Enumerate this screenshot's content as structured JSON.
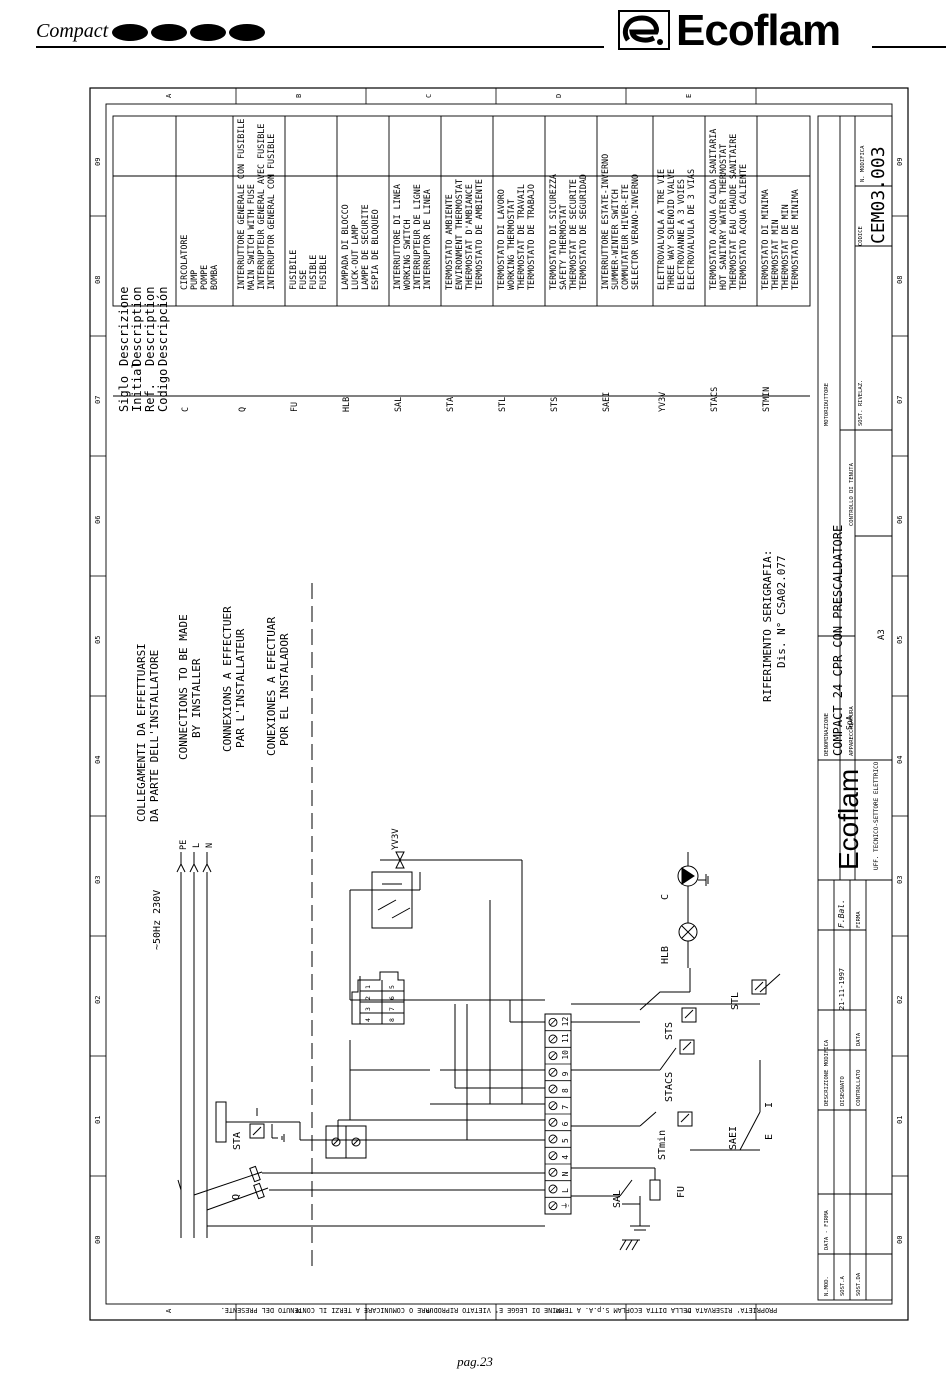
{
  "header": {
    "series": "Compact",
    "brand": "Ecoflam"
  },
  "frame": {
    "row_letters": [
      "A",
      "B",
      "C",
      "D",
      "E"
    ],
    "col_numbers": [
      "00",
      "01",
      "02",
      "03",
      "04",
      "05",
      "06",
      "07",
      "08",
      "09"
    ],
    "side_note": "PROPRIETA' RISERVATA DELLA DITTA ECOFLAM S.p.A.  A TERMINE DI LEGGE E' VIETATO RIPRODURRE O COMUNICARE A TERZI IL CONTENUTO DEL PRESENTE."
  },
  "legend": {
    "headers": {
      "code": [
        "Siglo",
        "Initial",
        "Ref.",
        "Codigo"
      ],
      "desc": [
        "Descrizione",
        "Description",
        "Description",
        "Descripción"
      ]
    },
    "rows": [
      {
        "code": "C",
        "desc": [
          "CIRCOLATORE",
          "PUMP",
          "POMPE",
          "BOMBA"
        ]
      },
      {
        "code": "Q",
        "desc": [
          "INTERRUTTORE GENERALE CON FUSIBILE",
          "MAIN SWITCH WITH FUSE",
          "INTERRUPTEUR GENERAL AVEC FUSIBLE",
          "INTERRUPTOR GENERAL CON FUSIBLE"
        ]
      },
      {
        "code": "FU",
        "desc": [
          "FUSIBILE",
          "FUSE",
          "FUSIBLE",
          "FUSIBLE"
        ]
      },
      {
        "code": "HLB",
        "desc": [
          "LAMPADA DI BLOCCO",
          "LUCK-OUT LAMP",
          "LAMPE DE SECURITE",
          "ESPIA DE BLOQUEO"
        ]
      },
      {
        "code": "SAL",
        "desc": [
          "INTERRUTTORE DI LINEA",
          "WORKING SWITCH",
          "INTERRUPTEUR DE LIGNE",
          "INTERRUPTOR DE LINEA"
        ]
      },
      {
        "code": "STA",
        "desc": [
          "TERMOSTATO AMBIENTE",
          "ENVIRONMENT THERMOSTAT",
          "THERMOSTAT D'AMBIANCE",
          "TERMOSTATO DE AMBIENTE"
        ]
      },
      {
        "code": "STL",
        "desc": [
          "TERMOSTATO DI LAVORO",
          "WORKING THERMOSTAT",
          "THERMOSTAT DE TRAVAIL",
          "TERMOSTATO DE TRABAJO"
        ]
      },
      {
        "code": "STS",
        "desc": [
          "TERMOSTATO DI SICUREZZA",
          "SAFETY THERMOSTAT",
          "THERMOSTAT DE SECURITE",
          "TERMOSTATO DE SEGURIDAD"
        ]
      },
      {
        "code": "SAEI",
        "desc": [
          "INTERRUTTORE ESTATE-INVERNO",
          "SUMMER-WINTER SWITCH",
          "COMMUTATEUR HIVER-ETE",
          "SELECTOR VERANO-INVERNO"
        ]
      },
      {
        "code": "YV3V",
        "desc": [
          "ELETTROVALVOLA A TRE VIE",
          "THREE WAY SOLENOID VALVE",
          "ELECTROVANNE A 3 VOIES",
          "ELECTROVALVULA DE 3 VIAS"
        ]
      },
      {
        "code": "STACS",
        "desc": [
          "TERMOSTATO ACQUA CALDA SANITARIA",
          "HOT SANITARY WATER THERMOSTAT",
          "THERMOSTAT EAU CHAUDE SANITAIRE",
          "TERMOSTATO ACQUA CALIENTE"
        ]
      },
      {
        "code": "STMIN",
        "desc": [
          "TERMOSTATO DI MINIMA",
          "THERMOSTAT MIN",
          "THERMOSTAT DE MIN",
          "TERMOSTATO DE MINIMA"
        ]
      }
    ]
  },
  "installer_note": [
    "COLLEGAMENTI DA EFFETTUARSI",
    "DA PARTE DELL'INSTALLATORE",
    "CONNECTIONS TO BE MADE",
    "BY INSTALLER",
    "CONNEXIONS A EFFECTUER",
    "PAR L'INSTALLATEUR",
    "CONEXIONES A EFECTUAR",
    "POR EL INSTALADOR"
  ],
  "serigraphy_ref": [
    "RIFERIMENTO SERIGRAFIA:",
    "Dis. N° CSA02.077"
  ],
  "supply": {
    "label": "~50Hz 230V",
    "lines": [
      "PE",
      "L",
      "N"
    ]
  },
  "terminals": [
    "⏚",
    "L",
    "N",
    "4",
    "5",
    "6",
    "7",
    "8",
    "9",
    "10",
    "11",
    "12"
  ],
  "connector_pins": [
    "4",
    "3",
    "2",
    "1",
    "8",
    "7",
    "6",
    "5"
  ],
  "components": {
    "STA": "STA",
    "Q": "Q",
    "SAL": "SAL",
    "FU": "FU",
    "STmin": "STmin",
    "SAEI": "SAEI",
    "E": "E",
    "I": "I",
    "STACS": "STACS",
    "STS": "STS",
    "STL": "STL",
    "HLB": "HLB",
    "C": "C",
    "YV3V": "YV3V"
  },
  "title_block": {
    "company": "Ecoflam",
    "company_suffix": "SpA",
    "dept": "UFF. TECNICO-SETTORE ELETTRICO",
    "denominazione_label": "DENOMINAZIONE",
    "denominazione": "COMPACT 24 CPR CON PRESCALDATORE",
    "apparecchiatura_label": "APPARECCHIATURA",
    "controllo_label": "CONTROLLO DI TENUTA",
    "motoriduttore_label": "MOTORIDUTTORE",
    "sost_label": "SOST. RIVELAZ.",
    "codice_label": "CODICE",
    "codice": "CEM03.003",
    "modifica_label": "N. MODIFICA",
    "format": "A3",
    "rev_table": {
      "descr_label": "DESCRIZIONE MODIFICA",
      "disegnato_label": "DISEGNATO",
      "controllato_label": "CONTROLLATO",
      "data_label": "DATA",
      "firma_label": "FIRMA",
      "date": "21-11-1997",
      "signature": "F.Bal.",
      "nmod_label": "N.MOD.",
      "sost_a_label": "SOST.A",
      "sost_da_label": "SOST.DA",
      "data_firma_label": "DATA - FIRMA"
    }
  },
  "footer": {
    "page": "pag.23"
  }
}
